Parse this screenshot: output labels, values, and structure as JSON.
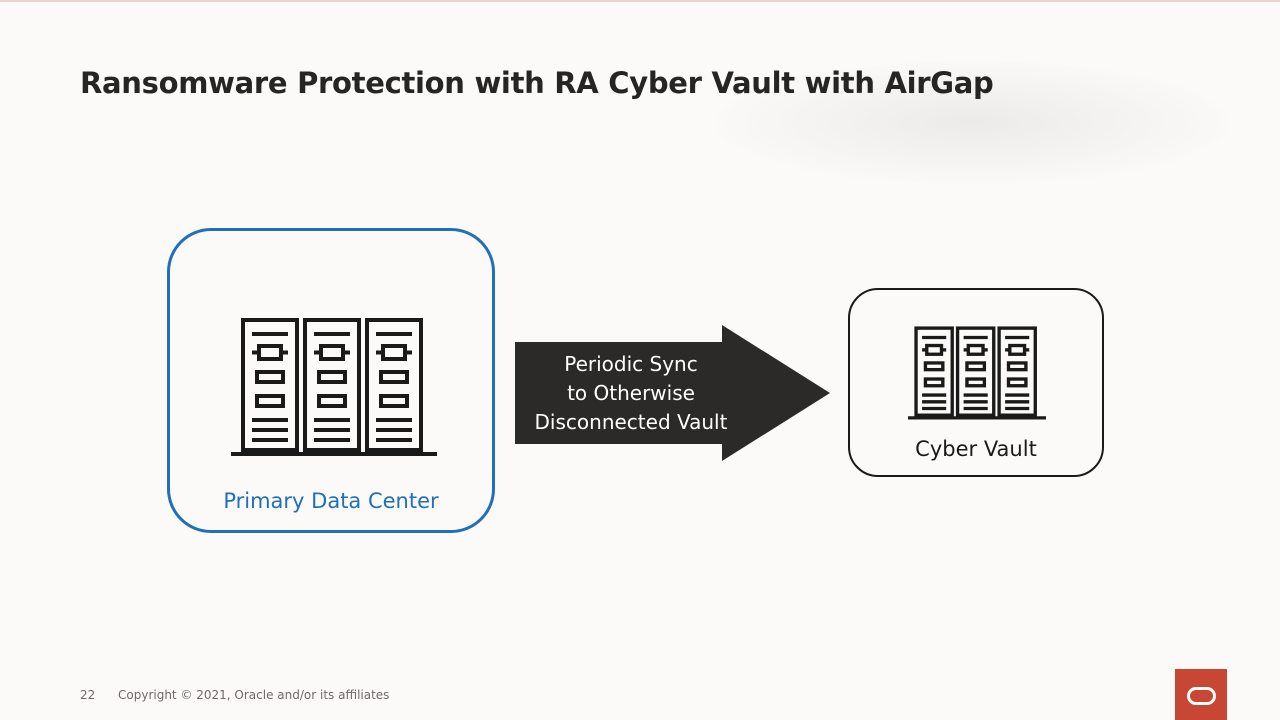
{
  "slide": {
    "title": "Ransomware Protection with RA Cyber Vault with AirGap",
    "page_number": "22",
    "copyright": "Copyright © 2021, Oracle and/or its affiliates"
  },
  "diagram": {
    "primary": {
      "label": "Primary Data Center",
      "icon": "server-rack-icon",
      "border_color": "#1f6fba"
    },
    "arrow": {
      "lines": [
        "Periodic Sync",
        "to Otherwise",
        "Disconnected Vault"
      ],
      "fill_color": "#2b2a28"
    },
    "vault": {
      "label": "Cyber Vault",
      "icon": "server-rack-icon",
      "border_color": "#1a1a1a"
    }
  },
  "brand": {
    "logo": "oracle-logo-icon",
    "color": "#c74634"
  }
}
